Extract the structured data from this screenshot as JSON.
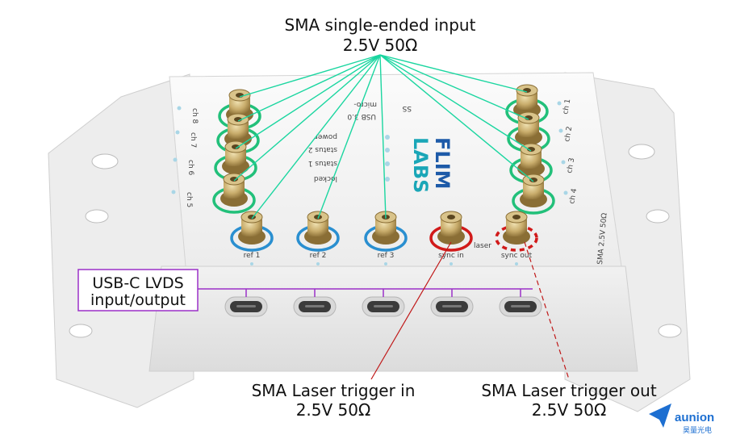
{
  "annotations": {
    "sma_input": {
      "line1": "SMA single-ended input",
      "line2": "2.5V 50Ω"
    },
    "usb": {
      "line1": "USB-C LVDS",
      "line2": "input/output"
    },
    "trigger_in": {
      "line1": "SMA Laser trigger in",
      "line2": "2.5V 50Ω"
    },
    "trigger_out": {
      "line1": "SMA Laser trigger out",
      "line2": "2.5V 50Ω"
    }
  },
  "device": {
    "channels_left": [
      "ch 8",
      "ch 7",
      "ch 6",
      "ch 5"
    ],
    "channels_right": [
      "ch 1",
      "ch 2",
      "ch 3",
      "ch 4"
    ],
    "bottom_ports": [
      "ref 1",
      "ref 2",
      "ref 3",
      "sync in",
      "sync out"
    ],
    "laser_label": "laser",
    "status_leds": [
      "power",
      "status 2",
      "status 1",
      "locked"
    ],
    "usb_micro_label": "micro-",
    "usb_version_label": "USB 3.0",
    "usb_logo_text": "SS",
    "side_marking": "SMA 2.5V 50Ω",
    "brand_line1": "FLIM",
    "brand_line2": "LABS"
  },
  "watermark": {
    "text": "aunion",
    "subtext": "昊量光电"
  },
  "colors": {
    "input_lines": "#1bd6a0",
    "usb_lines": "#9b30c8",
    "trigger_lines": "#c01818",
    "ref_ring": "#2a8fd0",
    "sync_ring": "#d11a1a",
    "channel_ring": "#22c07a",
    "brand_blue": "#1d5aa8",
    "brand_teal": "#1aa6b7",
    "watermark": "#1d6fd1"
  }
}
